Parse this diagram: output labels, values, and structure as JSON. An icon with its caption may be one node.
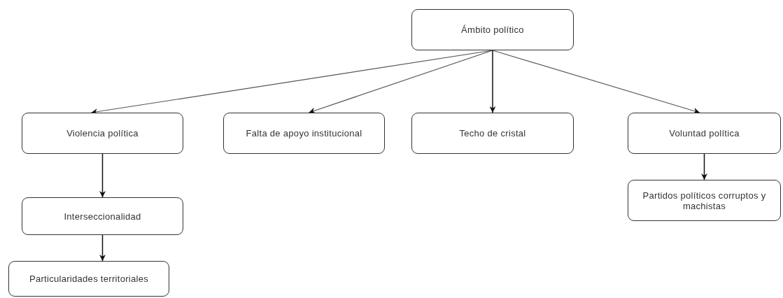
{
  "diagram": {
    "nodes": [
      {
        "text": [
          "Ámbito político"
        ]
      },
      {
        "text": [
          "Violencia política"
        ]
      },
      {
        "text": [
          "Falta de apoyo institucional"
        ]
      },
      {
        "text": [
          "Techo de cristal"
        ]
      },
      {
        "text": [
          "Voluntad política"
        ]
      },
      {
        "text": [
          "Interseccionalidad"
        ]
      },
      {
        "text": [
          "Particularidades territoriales"
        ]
      },
      {
        "text": [
          "Partidos políticos corruptos y machistas"
        ]
      }
    ],
    "edges": [
      {
        "from": 0,
        "to": 1,
        "arrow": "to"
      },
      {
        "from": 0,
        "to": 2,
        "arrow": "to"
      },
      {
        "from": 0,
        "to": 3,
        "arrow": "to"
      },
      {
        "from": 0,
        "to": 4,
        "arrow": "to"
      },
      {
        "from": 1,
        "to": 5,
        "arrow": "to"
      },
      {
        "from": 5,
        "to": 6,
        "arrow": "to"
      },
      {
        "from": 4,
        "to": 7,
        "arrow": "to"
      }
    ]
  }
}
